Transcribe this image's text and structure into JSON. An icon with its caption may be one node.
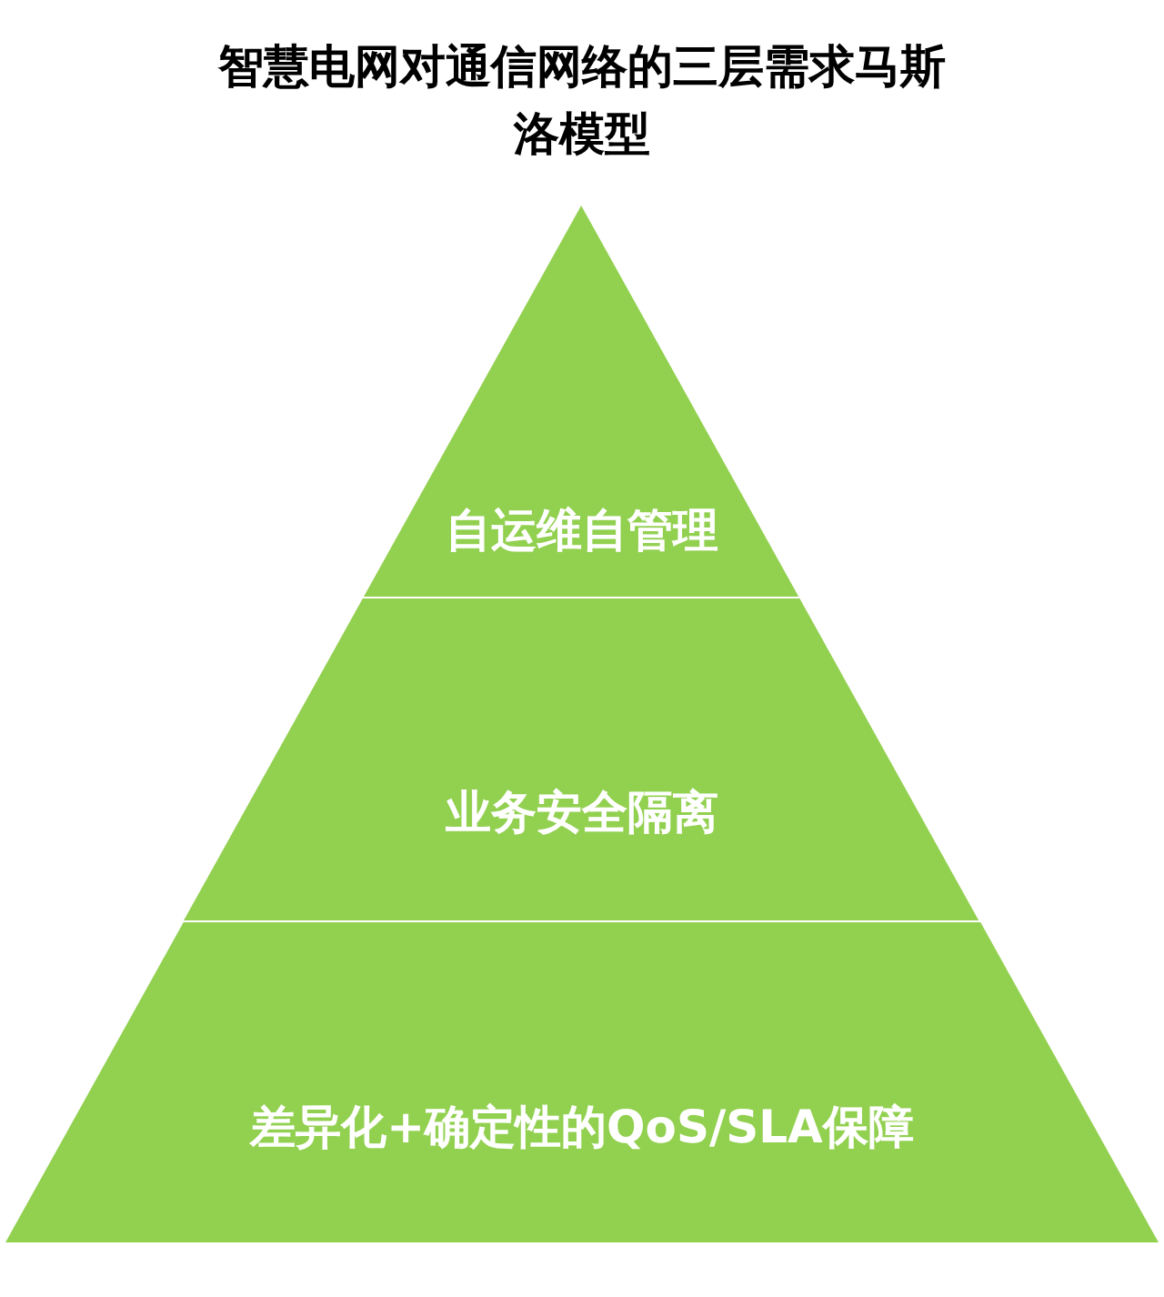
{
  "diagram": {
    "title": "智慧电网对通信网络的三层需求马斯洛模型",
    "nodes": [
      {
        "text": [
          "自运维自管理"
        ]
      },
      {
        "text": [
          "业务安全隔离"
        ]
      },
      {
        "text": [
          "差异化+确定性的QoS/SLA保障"
        ]
      }
    ]
  }
}
